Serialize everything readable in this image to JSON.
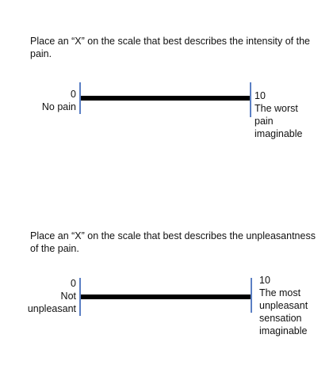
{
  "intensity": {
    "instruction": "Place an “X” on the scale that best describes the intensity of the pain.",
    "left_value": "0",
    "left_label": "No pain",
    "right_value": "10",
    "right_label_lines": [
      "The worst",
      "pain",
      "imaginable"
    ]
  },
  "unpleasantness": {
    "instruction": "Place an “X” on the scale that best describes the unpleasantness of the pain.",
    "left_value": "0",
    "left_label_lines": [
      "Not",
      "unpleasant"
    ],
    "right_value": "10",
    "right_label_lines": [
      "The most",
      "unpleasant",
      "sensation",
      "imaginable"
    ]
  },
  "colors": {
    "scale_line": "#000000",
    "tick": "#5b7fc4"
  }
}
